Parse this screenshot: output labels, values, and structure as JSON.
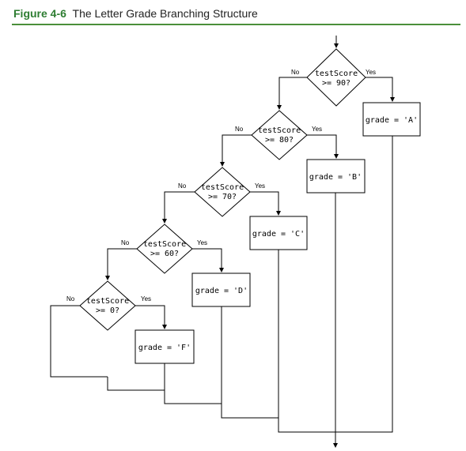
{
  "caption": {
    "number": "Figure 4-6",
    "title": "The Letter Grade Branching Structure"
  },
  "labels": {
    "yes": "Yes",
    "no": "No"
  },
  "decisions": [
    {
      "line1": "testScore",
      "line2": ">= 90?"
    },
    {
      "line1": "testScore",
      "line2": ">= 80?"
    },
    {
      "line1": "testScore",
      "line2": ">= 70?"
    },
    {
      "line1": "testScore",
      "line2": ">= 60?"
    },
    {
      "line1": "testScore",
      "line2": ">= 0?"
    }
  ],
  "actions": [
    {
      "text": "grade = 'A'"
    },
    {
      "text": "grade = 'B'"
    },
    {
      "text": "grade = 'C'"
    },
    {
      "text": "grade = 'D'"
    },
    {
      "text": "grade = 'F'"
    }
  ],
  "colors": {
    "accent": "#2e7d32",
    "rule": "#4a8f3a",
    "line": "#000000"
  }
}
